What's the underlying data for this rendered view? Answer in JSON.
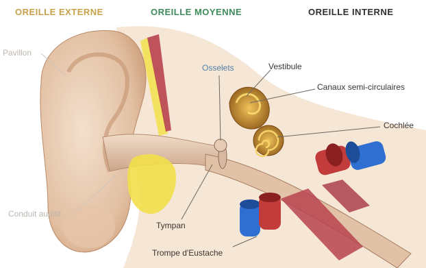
{
  "headers": {
    "external": "OREILLE EXTERNE",
    "middle": "OREILLE MOYENNE",
    "inner": "OREILLE INTERNE"
  },
  "labels": {
    "pavillon": "Pavillon",
    "conduit": "Conduit auditif",
    "osselets": "Osselets",
    "tympan": "Tympan",
    "trompe": "Trompe d'Eustache",
    "vestibule": "Vestibule",
    "canaux": "Canaux semi-circulaires",
    "cochlee": "Cochlée"
  },
  "colors": {
    "external_header": "#c7a14a",
    "middle_header": "#3d8a5a",
    "inner_header": "#2f2f2f",
    "skin": "#e9cdb4",
    "wax": "#f2e04a",
    "muscle": "#b8434f",
    "artery": "#c33c3c",
    "vein": "#2f6fd1",
    "cochlea": "#c98e2e"
  }
}
